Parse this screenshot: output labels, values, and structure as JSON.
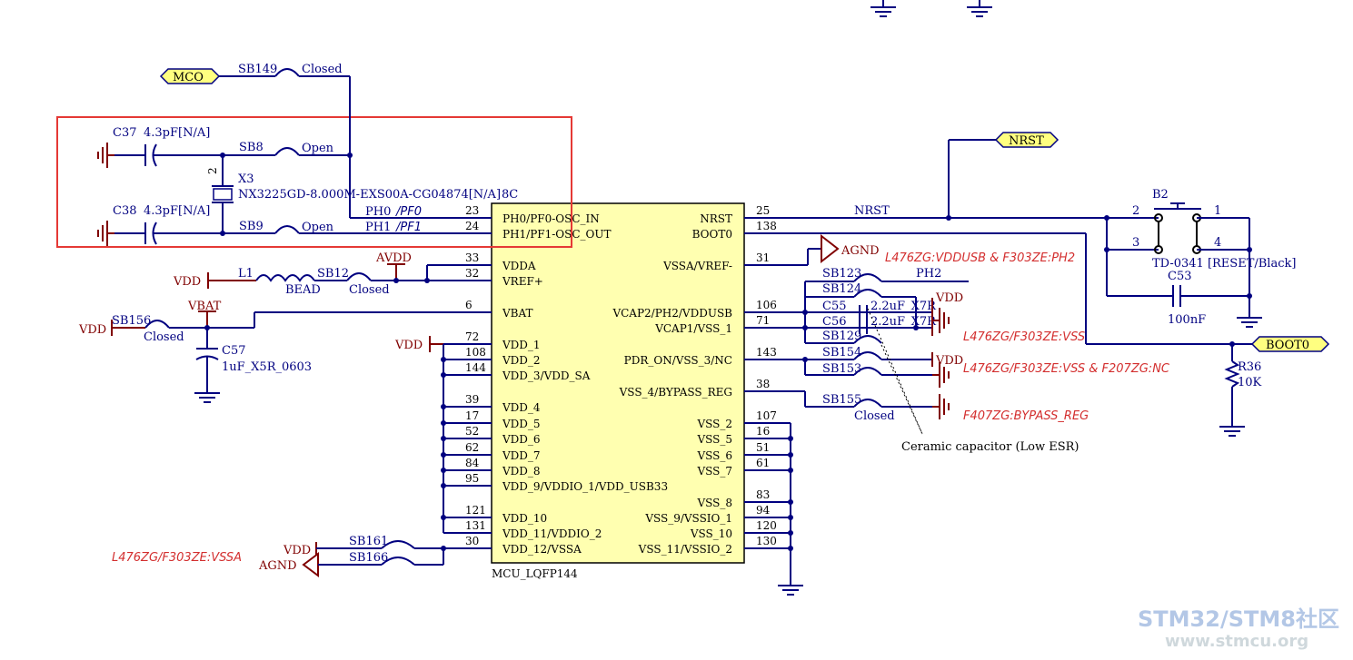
{
  "nets": {
    "mco": "MCO",
    "nrst_port": "NRST",
    "nrst_wire": "NRST",
    "boot0": "BOOT0",
    "avdd": "AVDD",
    "vbat": "VBAT",
    "vdd": "VDD",
    "agnd": "AGND",
    "ph2": "PH2"
  },
  "components": {
    "sb149": "SB149",
    "closed": "Closed",
    "c37": "C37",
    "c37_val": "4.3pF[N/A]",
    "c38": "C38",
    "c38_val": "4.3pF[N/A]",
    "sb8": "SB8",
    "sb9": "SB9",
    "open": "Open",
    "x3": "X3",
    "x3_pin": "2",
    "x3_part": "NX3225GD-8.000M-EXS00A-CG04874[N/A]",
    "x3_tail": "8C",
    "ph0": "PH0",
    "pf0": "/PF0",
    "ph1": "PH1",
    "pf1": "/PF1",
    "l1": "L1",
    "bead": "BEAD",
    "sb12": "SB12",
    "sb156": "SB156",
    "c57": "C57",
    "c57_val": "1uF_X5R_0603",
    "sb161": "SB161",
    "sb166": "SB166",
    "b2": "B2",
    "b2_part": "TD-0341 [RESET/Black]",
    "c53": "C53",
    "c53_val": "100nF",
    "r36": "R36",
    "r36_val": "10K",
    "sb123": "SB123",
    "sb124": "SB124",
    "c55": "C55",
    "c56": "C56",
    "cap_val": "2.2uF_X7R",
    "sb129": "SB129",
    "sb154": "SB154",
    "sb153": "SB153",
    "sb155": "SB155",
    "ceramic_note": "Ceramic capacitor (Low ESR)",
    "b2_p1": "1",
    "b2_p2": "2",
    "b2_p3": "3",
    "b2_p4": "4"
  },
  "notes": {
    "n1": "L476ZG:VDDUSB & F303ZE:PH2",
    "n2": "L476ZG/F303ZE:VSS",
    "n3": "L476ZG/F303ZE:VSS & F207ZG:NC",
    "n4": "F407ZG:BYPASS_REG",
    "n5": "L476ZG/F303ZE:VSSA"
  },
  "mcu": {
    "name": "MCU_LQFP144",
    "left": [
      {
        "n": "23",
        "l": "PH0/PF0-OSC_IN"
      },
      {
        "n": "24",
        "l": "PH1/PF1-OSC_OUT"
      },
      {
        "n": "33",
        "l": "VDDA"
      },
      {
        "n": "32",
        "l": "VREF+"
      },
      {
        "n": "6",
        "l": "VBAT"
      },
      {
        "n": "72",
        "l": "VDD_1"
      },
      {
        "n": "108",
        "l": "VDD_2"
      },
      {
        "n": "144",
        "l": "VDD_3/VDD_SA"
      },
      {
        "n": "39",
        "l": "VDD_4"
      },
      {
        "n": "17",
        "l": "VDD_5"
      },
      {
        "n": "52",
        "l": "VDD_6"
      },
      {
        "n": "62",
        "l": "VDD_7"
      },
      {
        "n": "84",
        "l": "VDD_8"
      },
      {
        "n": "95",
        "l": "VDD_9/VDDIO_1/VDD_USB33"
      },
      {
        "n": "121",
        "l": "VDD_10"
      },
      {
        "n": "131",
        "l": "VDD_11/VDDIO_2"
      },
      {
        "n": "30",
        "l": "VDD_12/VSSA"
      }
    ],
    "right": [
      {
        "n": "25",
        "l": "NRST"
      },
      {
        "n": "138",
        "l": "BOOT0"
      },
      {
        "n": "31",
        "l": "VSSA/VREF-"
      },
      {
        "n": "106",
        "l": "VCAP2/PH2/VDDUSB"
      },
      {
        "n": "71",
        "l": "VCAP1/VSS_1"
      },
      {
        "n": "143",
        "l": "PDR_ON/VSS_3/NC"
      },
      {
        "n": "38",
        "l": "VSS_4/BYPASS_REG"
      },
      {
        "n": "107",
        "l": "VSS_2"
      },
      {
        "n": "16",
        "l": "VSS_5"
      },
      {
        "n": "51",
        "l": "VSS_6"
      },
      {
        "n": "61",
        "l": "VSS_7"
      },
      {
        "n": "83",
        "l": "VSS_8"
      },
      {
        "n": "94",
        "l": "VSS_9/VSSIO_1"
      },
      {
        "n": "120",
        "l": "VSS_10"
      },
      {
        "n": "130",
        "l": "VSS_11/VSSIO_2"
      }
    ]
  },
  "watermark": {
    "brand": "STM32/STM8社区",
    "url": "www.stmcu.org"
  },
  "colors": {
    "wire": "#000080",
    "power": "#800000",
    "highlight": "#e53935",
    "ic_fill": "#ffffb0",
    "note": "#d32f2f"
  }
}
